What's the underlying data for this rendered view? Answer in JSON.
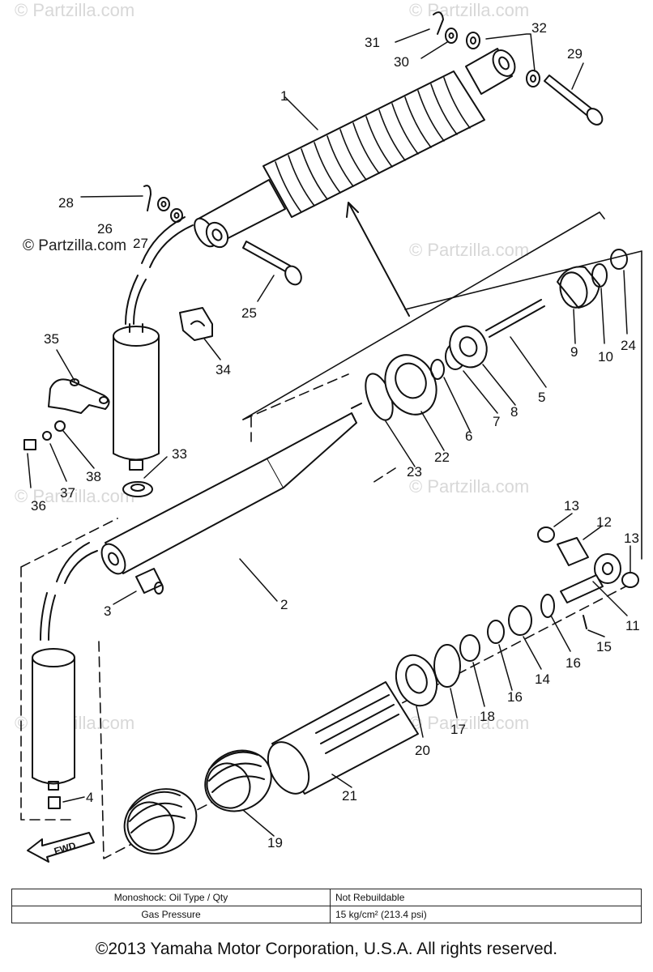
{
  "watermark": "© Partzilla.com",
  "callouts": {
    "c1": "1",
    "c2": "2",
    "c3": "3",
    "c4": "4",
    "c5": "5",
    "c6": "6",
    "c7": "7",
    "c8": "8",
    "c9": "9",
    "c10": "10",
    "c11": "11",
    "c12": "12",
    "c13a": "13",
    "c13b": "13",
    "c14": "14",
    "c15": "15",
    "c16a": "16",
    "c16b": "16",
    "c17": "17",
    "c18": "18",
    "c19": "19",
    "c20": "20",
    "c21": "21",
    "c22": "22",
    "c23": "23",
    "c24": "24",
    "c25": "25",
    "c26": "26",
    "c27": "27",
    "c28": "28",
    "c29": "29",
    "c30": "30",
    "c31": "31",
    "c32": "32",
    "c33": "33",
    "c34": "34",
    "c35": "35",
    "c36": "36",
    "c37": "37",
    "c38": "38"
  },
  "fwd_label": "FWD",
  "spec_table": {
    "rows": [
      {
        "label": "Monoshock: Oil Type / Qty",
        "value": "Not Rebuildable"
      },
      {
        "label": "Gas Pressure",
        "value": "15 kg/cm² (213.4 psi)"
      }
    ]
  },
  "copyright": "©2013  Yamaha Motor Corporation, U.S.A. All rights reserved."
}
